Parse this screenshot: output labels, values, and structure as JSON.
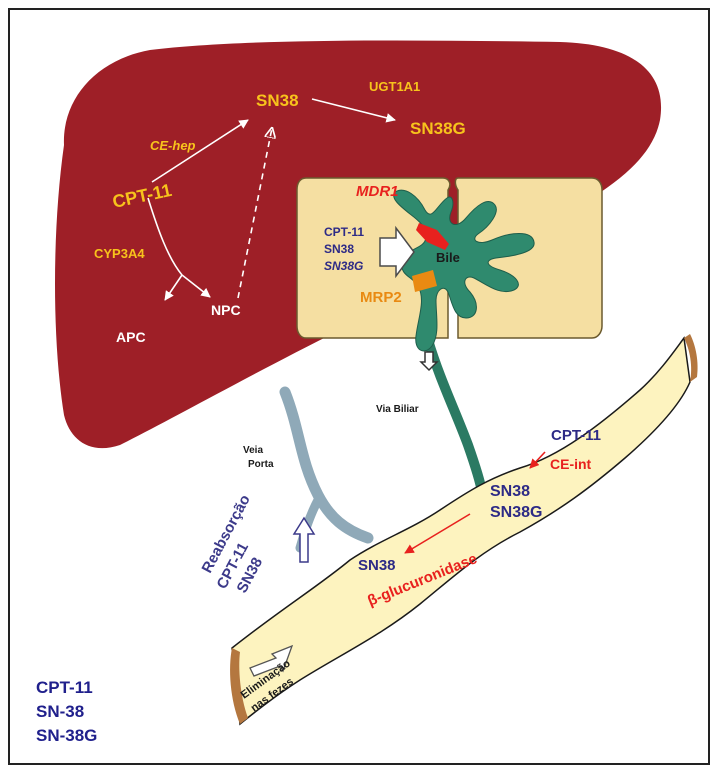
{
  "liver": {
    "cpt11": "CPT-11",
    "sn38": "SN38",
    "sn38g": "SN38G",
    "ugt1a1": "UGT1A1",
    "ce_hep": "CE-hep",
    "cyp3a4": "CYP3A4",
    "apc": "APC",
    "npc": "NPC"
  },
  "hepatocyte": {
    "mdr1": "MDR1",
    "mrp2": "MRP2",
    "bile": "Bile",
    "substrates": [
      "CPT-11",
      "SN38",
      "SN38G"
    ]
  },
  "vessels": {
    "via_biliar": "Via Biliar",
    "veia_porta_line1": "Veia",
    "veia_porta_line2": "Porta"
  },
  "intestine": {
    "cpt11": "CPT-11",
    "ce_int": "CE-int",
    "sn38": "SN38",
    "sn38g": "SN38G",
    "sn38_lower": "SN38",
    "beta_glucuronidase": "β-glucuronidase",
    "elimination_line1": "Eliminação",
    "elimination_line2": "nas fezes"
  },
  "reabsorption": {
    "line1": "Reabsorção",
    "line2": "CPT-11",
    "line3": "SN38"
  },
  "excreted": [
    "CPT-11",
    "SN-38",
    "SN-38G"
  ],
  "colors": {
    "liver": "#9e1f27",
    "cell": "#f5dfa2",
    "canaliculus": "#2f8a6e",
    "intestine": "#fdf3bf",
    "yellow_text": "#f7c31c",
    "navy_text": "#2d2a86",
    "red_text": "#e8211e",
    "orange": "#e98a12",
    "portal": "#8fa9b8"
  }
}
